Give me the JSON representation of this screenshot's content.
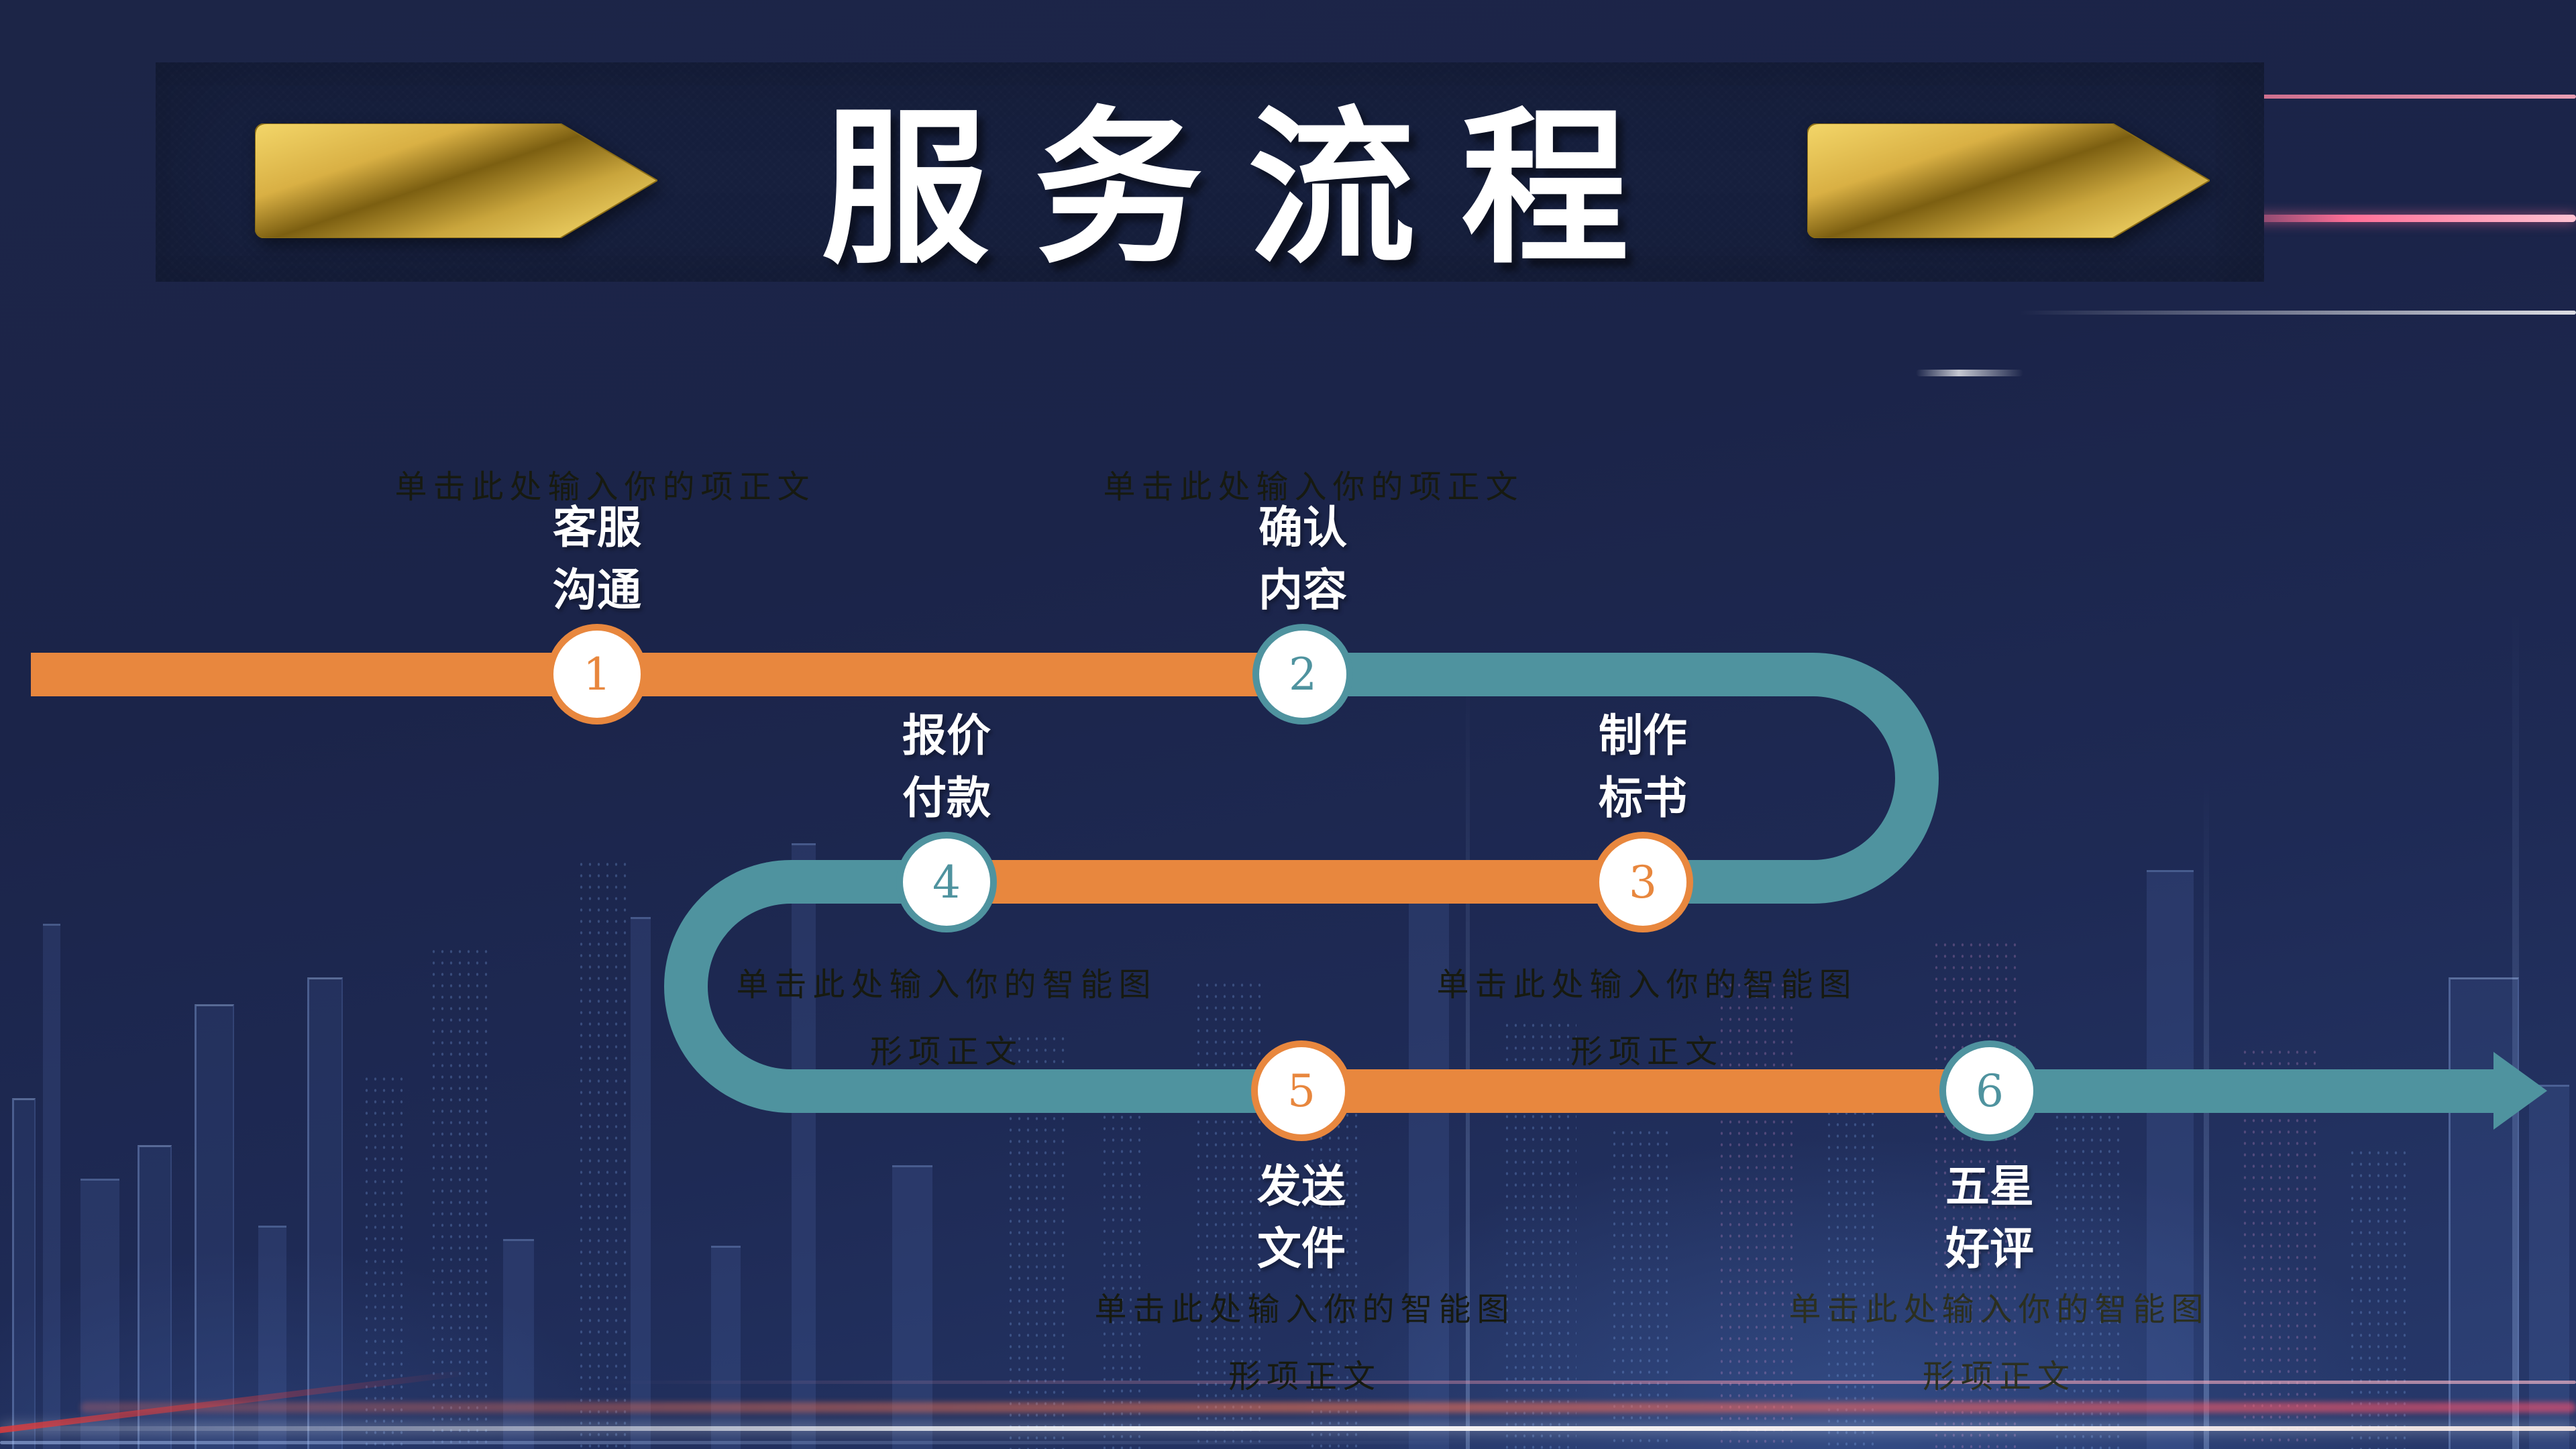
{
  "title": {
    "text": "服务流程"
  },
  "steps": [
    {
      "num": "1",
      "line1": "客服",
      "line2": "沟通",
      "color": "orange",
      "note1": "单击此处输入你的项正文",
      "note2": ""
    },
    {
      "num": "2",
      "line1": "确认",
      "line2": "内容",
      "color": "teal",
      "note1": "单击此处输入你的项正文",
      "note2": ""
    },
    {
      "num": "3",
      "line1": "制作",
      "line2": "标书",
      "color": "orange",
      "note1": "单击此处输入你的智能图",
      "note2": "形项正文"
    },
    {
      "num": "4",
      "line1": "报价",
      "line2": "付款",
      "color": "teal",
      "note1": "单击此处输入你的智能图",
      "note2": "形项正文"
    },
    {
      "num": "5",
      "line1": "发送",
      "line2": "文件",
      "color": "orange",
      "note1": "单击此处输入你的智能图",
      "note2": "形项正文"
    },
    {
      "num": "6",
      "line1": "五星",
      "line2": "好评",
      "color": "teal",
      "note1": "单击此处输入你的智能图",
      "note2": "形项正文"
    }
  ],
  "colors": {
    "orange": "#E8873E",
    "teal": "#4F939F",
    "gold": "#E3BC4E",
    "background_navy": "#1C2547",
    "title_band": "#161F3D",
    "label_white": "#FFFFFF",
    "note_dark": "#171A10",
    "note_light": "#2B2F1F"
  }
}
